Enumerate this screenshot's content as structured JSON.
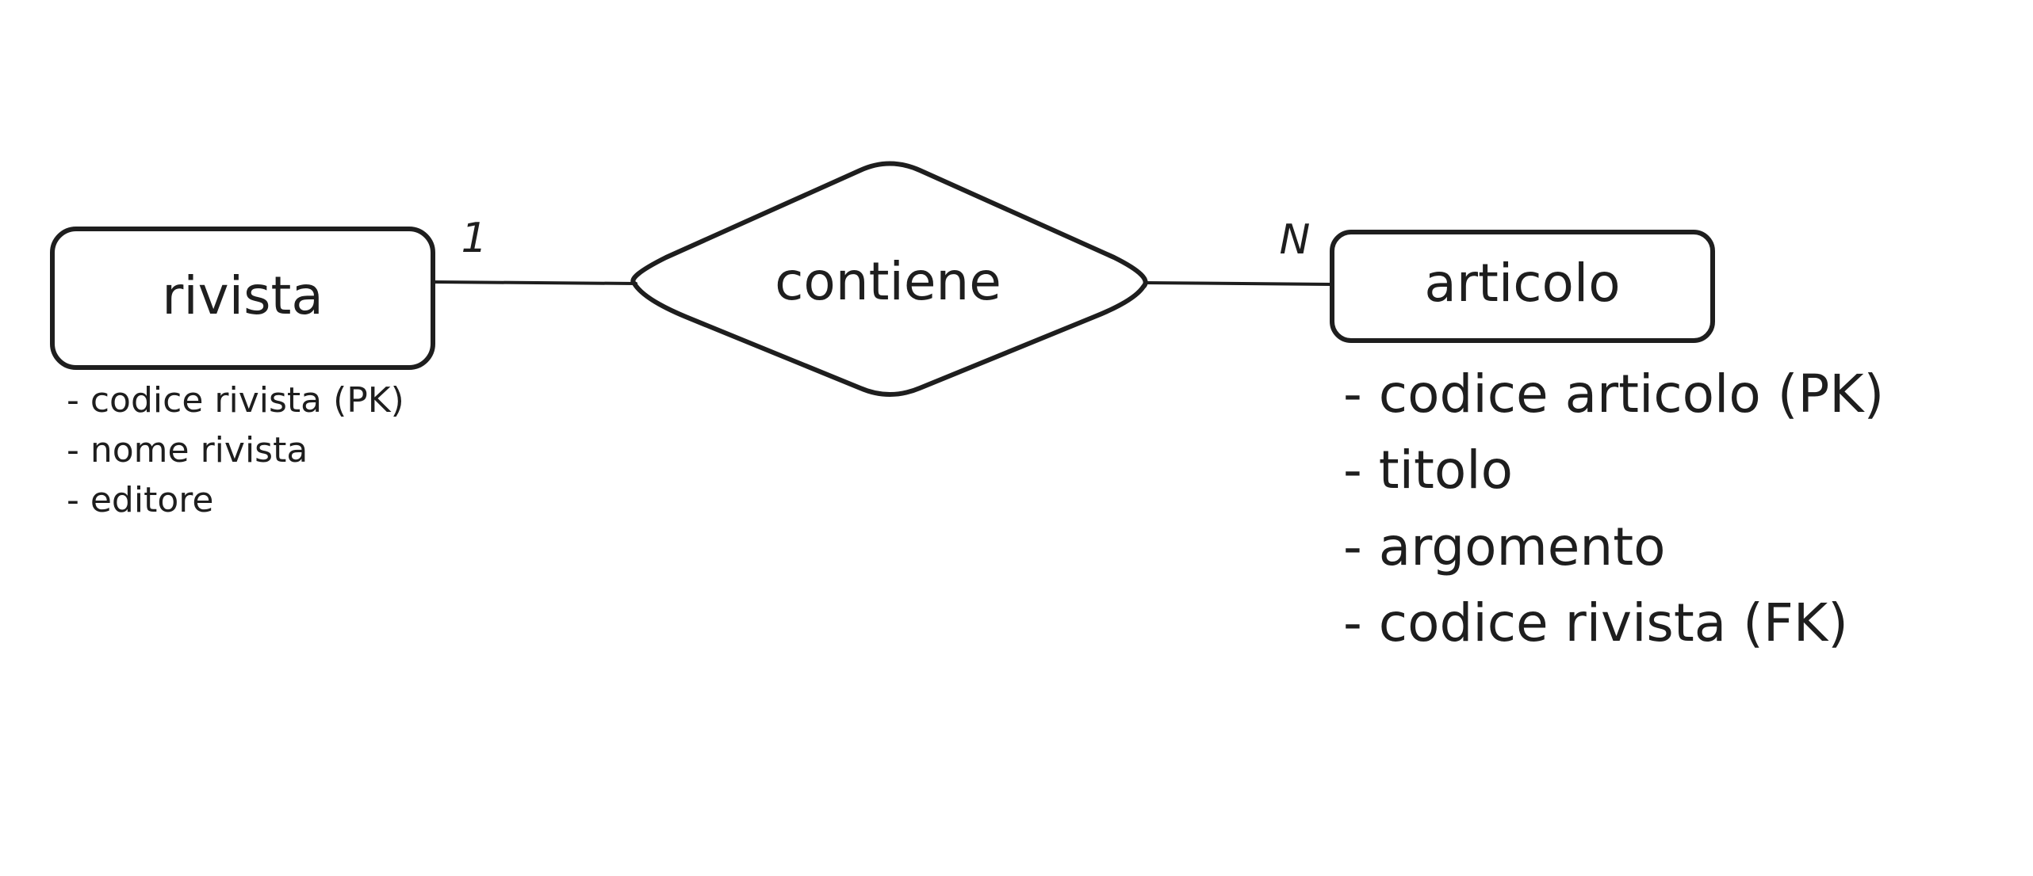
{
  "entities": {
    "rivista": {
      "label": "rivista",
      "attributes": [
        "- codice rivista (PK)",
        "- nome rivista",
        "- editore"
      ]
    },
    "articolo": {
      "label": "articolo",
      "attributes": [
        "- codice articolo (PK)",
        "- titolo",
        "- argomento",
        "- codice rivista (FK)"
      ]
    }
  },
  "relationship": {
    "label": "contiene"
  },
  "cardinality": {
    "left": "1",
    "right": "N"
  }
}
